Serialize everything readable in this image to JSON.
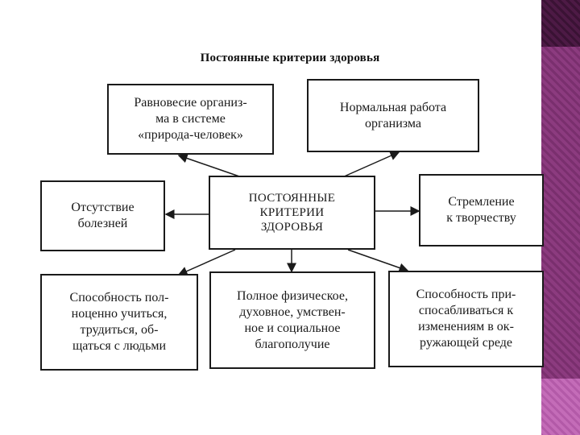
{
  "title": "Постоянные критерии здоровья",
  "center": "ПОСТОЯННЫЕ\nКРИТЕРИИ\nЗДОРОВЬЯ",
  "boxes": {
    "top_left": "Равновесие организ-\nма в системе\n«природа-человек»",
    "top_right": "Нормальная работа\nорганизма",
    "mid_left": "Отсутствие\nболезней",
    "mid_right": "Стремление\nк творчеству",
    "bottom_left": "Способность пол-\nноценно учиться,\nтрудиться, об-\nщаться с людьми",
    "bottom_center": "Полное физическое,\nдуховное, умствен-\nное и социальное\nблагополучие",
    "bottom_right": "Способность при-\nспосабливаться к\nизменениям в ок-\nружающей среде"
  },
  "colors": {
    "band": "#8c3b7f",
    "ink": "#1a1a1a"
  }
}
